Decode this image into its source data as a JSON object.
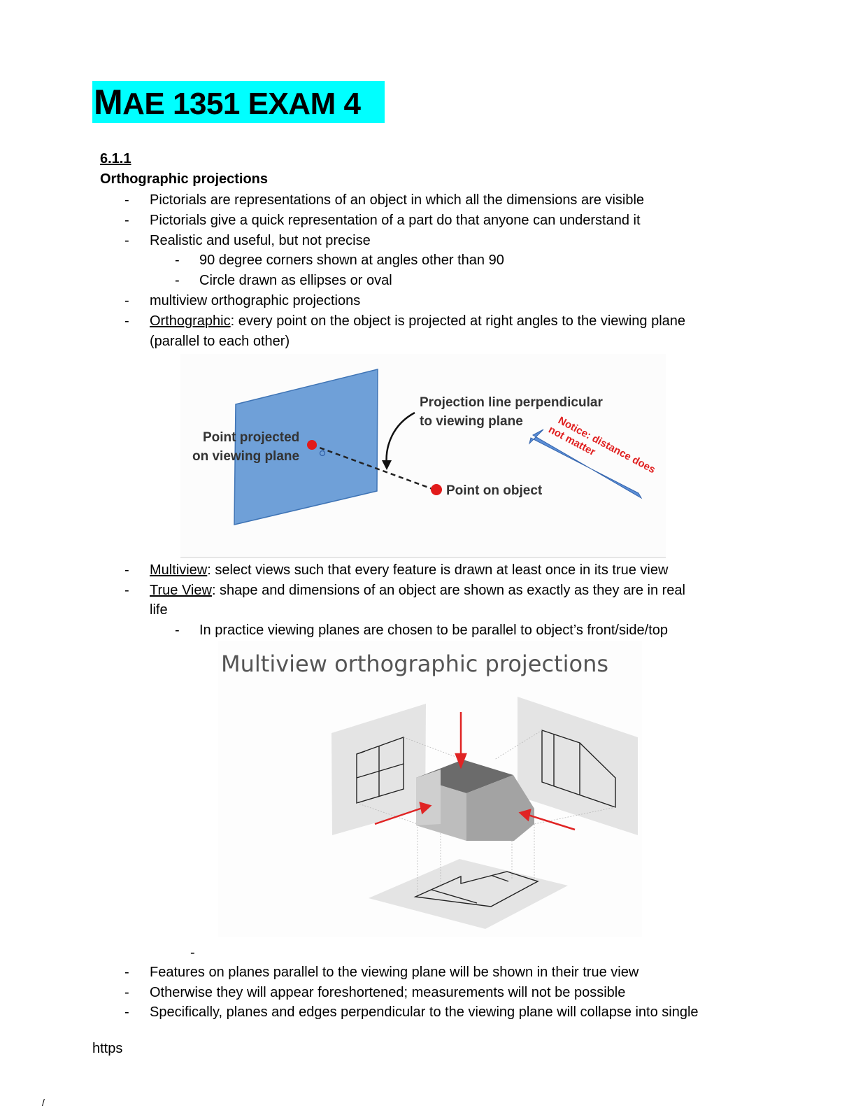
{
  "title": {
    "first_letter": "M",
    "rest": "AE 1351 EXAM 4"
  },
  "section": {
    "number": "6.1.1",
    "heading": "Orthographic projections"
  },
  "dash": "-",
  "bullets_a": [
    "Pictorials are representations of an object in which all the dimensions are visible",
    "Pictorials give a quick representation of a part do that anyone can understand it",
    "Realistic and useful, but not precise"
  ],
  "sub_a": [
    "90 degree corners shown at angles other than 90",
    "Circle drawn as ellipses or oval"
  ],
  "bullet_multiview_proj": "multiview orthographic projections",
  "ortho": {
    "term": "Orthographic",
    "def": ": every point on the object is projected at right angles to the viewing plane",
    "cont": "(parallel to each other)"
  },
  "figure1": {
    "point_projected": [
      "Point projected",
      "on viewing plane"
    ],
    "projection_line": [
      "Projection line perpendicular",
      "to viewing plane"
    ],
    "notice": [
      "Notice: distance does",
      "not matter"
    ],
    "point_on_object": "Point on object"
  },
  "multiview": {
    "term": "Multiview",
    "def": ": select views such that every feature is drawn at least once in its true view"
  },
  "trueview": {
    "term": "True View",
    "def": ": shape and dimensions of an object are shown as exactly as they are in real",
    "cont": "life"
  },
  "sub_b": "In practice viewing planes are chosen to be parallel to object’s front/side/top",
  "figure2": {
    "title": "Multiview orthographic projections"
  },
  "bullets_b": [
    "Features on planes parallel to the viewing plane will be shown in their true view",
    "Otherwise they will appear foreshortened; measurements will not be possible",
    "Specifically, planes and edges perpendicular to the viewing plane will collapse into single"
  ],
  "footer": "https",
  "corner_mark": "/"
}
